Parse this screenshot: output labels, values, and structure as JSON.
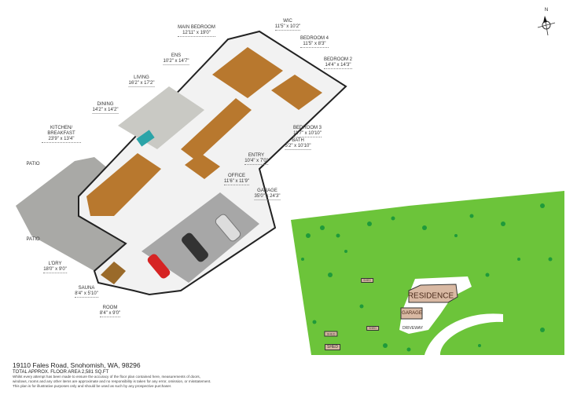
{
  "floorplan": {
    "rooms": [
      {
        "name": "MAIN BEDROOM",
        "dim": "12'11\" x 19'0\""
      },
      {
        "name": "WIC",
        "dim": "11'5\" x 10'2\""
      },
      {
        "name": "BEDROOM 4",
        "dim": "11'5\" x 8'3\""
      },
      {
        "name": "BEDROOM 2",
        "dim": "14'4\" x 14'3\""
      },
      {
        "name": "ENS",
        "dim": "10'2\" x 14'7\""
      },
      {
        "name": "LIVING",
        "dim": "16'2\" x 17'2\""
      },
      {
        "name": "DINING",
        "dim": "14'2\" x 14'2\""
      },
      {
        "name": "KITCHEN/ BREAKFAST",
        "dim": "23'9\" x 13'4\""
      },
      {
        "name": "PATIO",
        "dim": ""
      },
      {
        "name": "BEDROOM 3",
        "dim": "11'7\" x 10'10\""
      },
      {
        "name": "BATH",
        "dim": "5'2\" x 10'10\""
      },
      {
        "name": "ENTRY",
        "dim": "10'4\" x 7'0\""
      },
      {
        "name": "OFFICE",
        "dim": "11'6\" x 11'9\""
      },
      {
        "name": "GARAGE",
        "dim": "35'0\" x 24'3\""
      },
      {
        "name": "PATIO",
        "dim": ""
      },
      {
        "name": "L'DRY",
        "dim": "18'0\" x 9'0\""
      },
      {
        "name": "SAUNA",
        "dim": "8'4\" x 5'10\""
      },
      {
        "name": "ROOM",
        "dim": "8'4\" x 9'0\""
      }
    ]
  },
  "site": {
    "residence": "RESIDENCE",
    "garage": "GARAGE",
    "driveway": "DRIVEWAY",
    "sheds": [
      "SHED",
      "SHED",
      "SHED",
      "SHED"
    ],
    "lawn_color": "#6cc43a",
    "building_color": "#d9b9a3"
  },
  "compass": {
    "label": "N"
  },
  "footer": {
    "address": "19110 Fales Road, Snohomish, WA, 98296",
    "area": "TOTAL APPROX. FLOOR AREA 2,581 SQ.FT",
    "disclaimer": [
      "Whilst every attempt has been made to ensure the accuracy of the floor plan contained here, measurements of doors,",
      "windows, rooms and any other items are approximate and no responsibility is taken for any error, omission, or misstatement.",
      "This plan is for illustrative purposes only and should be used as such by any prospective purchaser."
    ]
  }
}
